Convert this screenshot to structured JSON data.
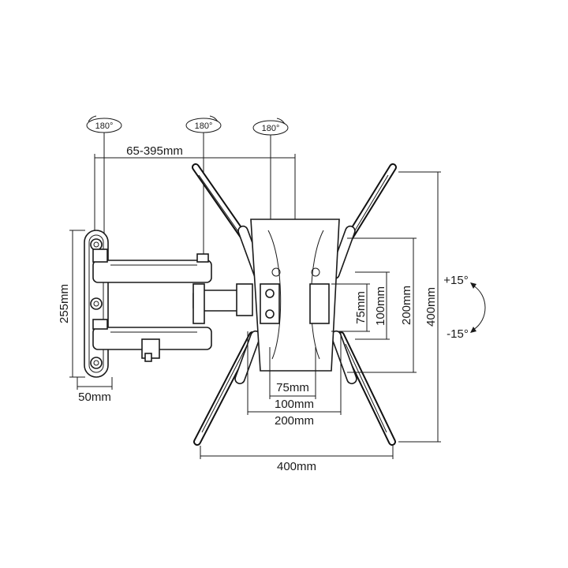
{
  "rotations": {
    "r1": "180°",
    "r2": "180°",
    "r3": "180°"
  },
  "dimensions": {
    "extension": "65-395mm",
    "wall_height": "255mm",
    "wall_width": "50mm",
    "vesa_h75": "75mm",
    "vesa_h100": "100mm",
    "vesa_h200": "200mm",
    "vesa_h400": "400mm",
    "vesa_v75": "75mm",
    "vesa_v100": "100mm",
    "vesa_v200": "200mm",
    "vesa_v400": "400mm"
  },
  "tilt": {
    "up": "+15°",
    "down": "-15°"
  }
}
